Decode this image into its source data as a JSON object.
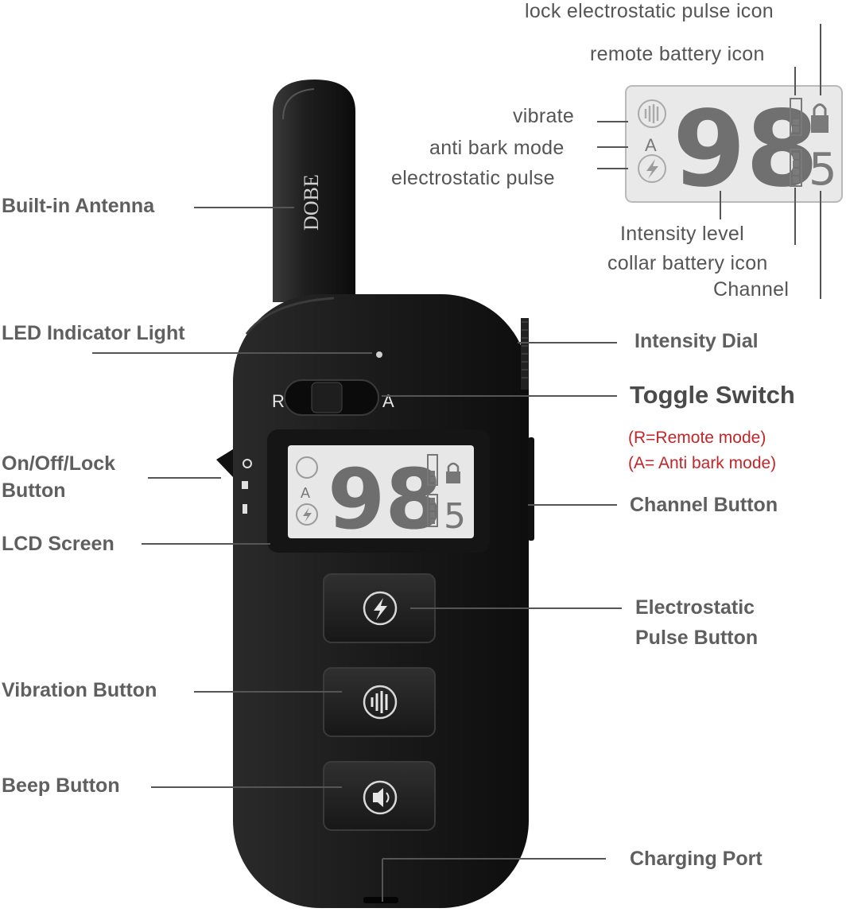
{
  "labels_left": {
    "antenna": "Built-in Antenna",
    "led": "LED Indicator Light",
    "power_line1": "On/Off/Lock",
    "power_line2": "Button",
    "lcd": "LCD Screen",
    "vibration": "Vibration Button",
    "beep": "Beep Button"
  },
  "labels_right": {
    "dial": "Intensity Dial",
    "toggle": "Toggle Switch",
    "toggle_note1": "(R=Remote mode)",
    "toggle_note2": "(A= Anti bark mode)",
    "channel_button": "Channel Button",
    "pulse_line1": "Electrostatic",
    "pulse_line2": "Pulse Button",
    "charging": "Charging Port"
  },
  "lcd_callouts": {
    "lock_icon": "lock electrostatic pulse icon",
    "remote_battery": "remote battery icon",
    "vibrate": "vibrate",
    "anti_bark": "anti bark mode",
    "pulse": "electrostatic pulse",
    "intensity": "Intensity level",
    "collar_battery": "collar battery icon",
    "channel": "Channel"
  },
  "device": {
    "brand": "DOBE",
    "switch_left": "R",
    "switch_right": "A",
    "lcd_mode_letter": "A",
    "lcd_intensity": "98",
    "lcd_channel": "5"
  },
  "icons": [
    "vibrate-icon",
    "electrostatic-pulse-icon",
    "lock-icon",
    "battery-icon",
    "beep-speaker-icon",
    "power-icon"
  ],
  "colors": {
    "device_body": "#1c1c1c",
    "lcd_background": "#e9e9e9",
    "lcd_segments": "#6a6a6a",
    "note_text": "#c0262c"
  }
}
